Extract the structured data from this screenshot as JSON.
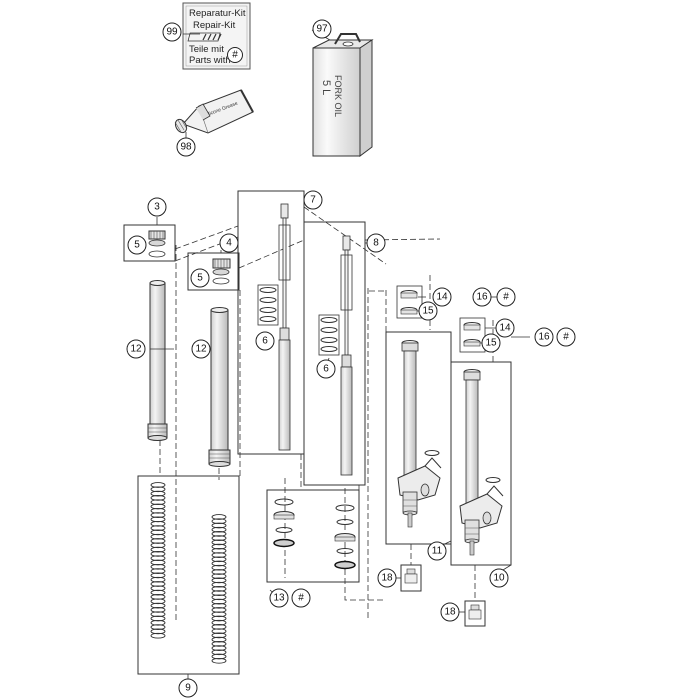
{
  "repair_kit": {
    "line1": "Reparatur-Kit",
    "line2": "Repair-Kit",
    "line3": "Teile mit",
    "line4": "Parts with",
    "hash": "#"
  },
  "oil_can": {
    "line1": "FORK OIL",
    "line2": "5 L"
  },
  "grease_tube": {
    "text": "Silicone Grease"
  },
  "callouts": {
    "c99": "99",
    "c98": "98",
    "c97": "97",
    "c3": "3",
    "c4": "4",
    "c5a": "5",
    "c5b": "5",
    "c12a": "12",
    "c12b": "12",
    "c7": "7",
    "c8": "8",
    "c6a": "6",
    "c6b": "6",
    "c14a": "14",
    "c14b": "14",
    "c15a": "15",
    "c15b": "15",
    "c16a": "16",
    "c16b": "16",
    "c11": "11",
    "c10": "10",
    "c13": "13",
    "c9": "9",
    "c18a": "18",
    "c18b": "18",
    "hash16a": "#",
    "hash16b": "#",
    "hash13": "#"
  }
}
